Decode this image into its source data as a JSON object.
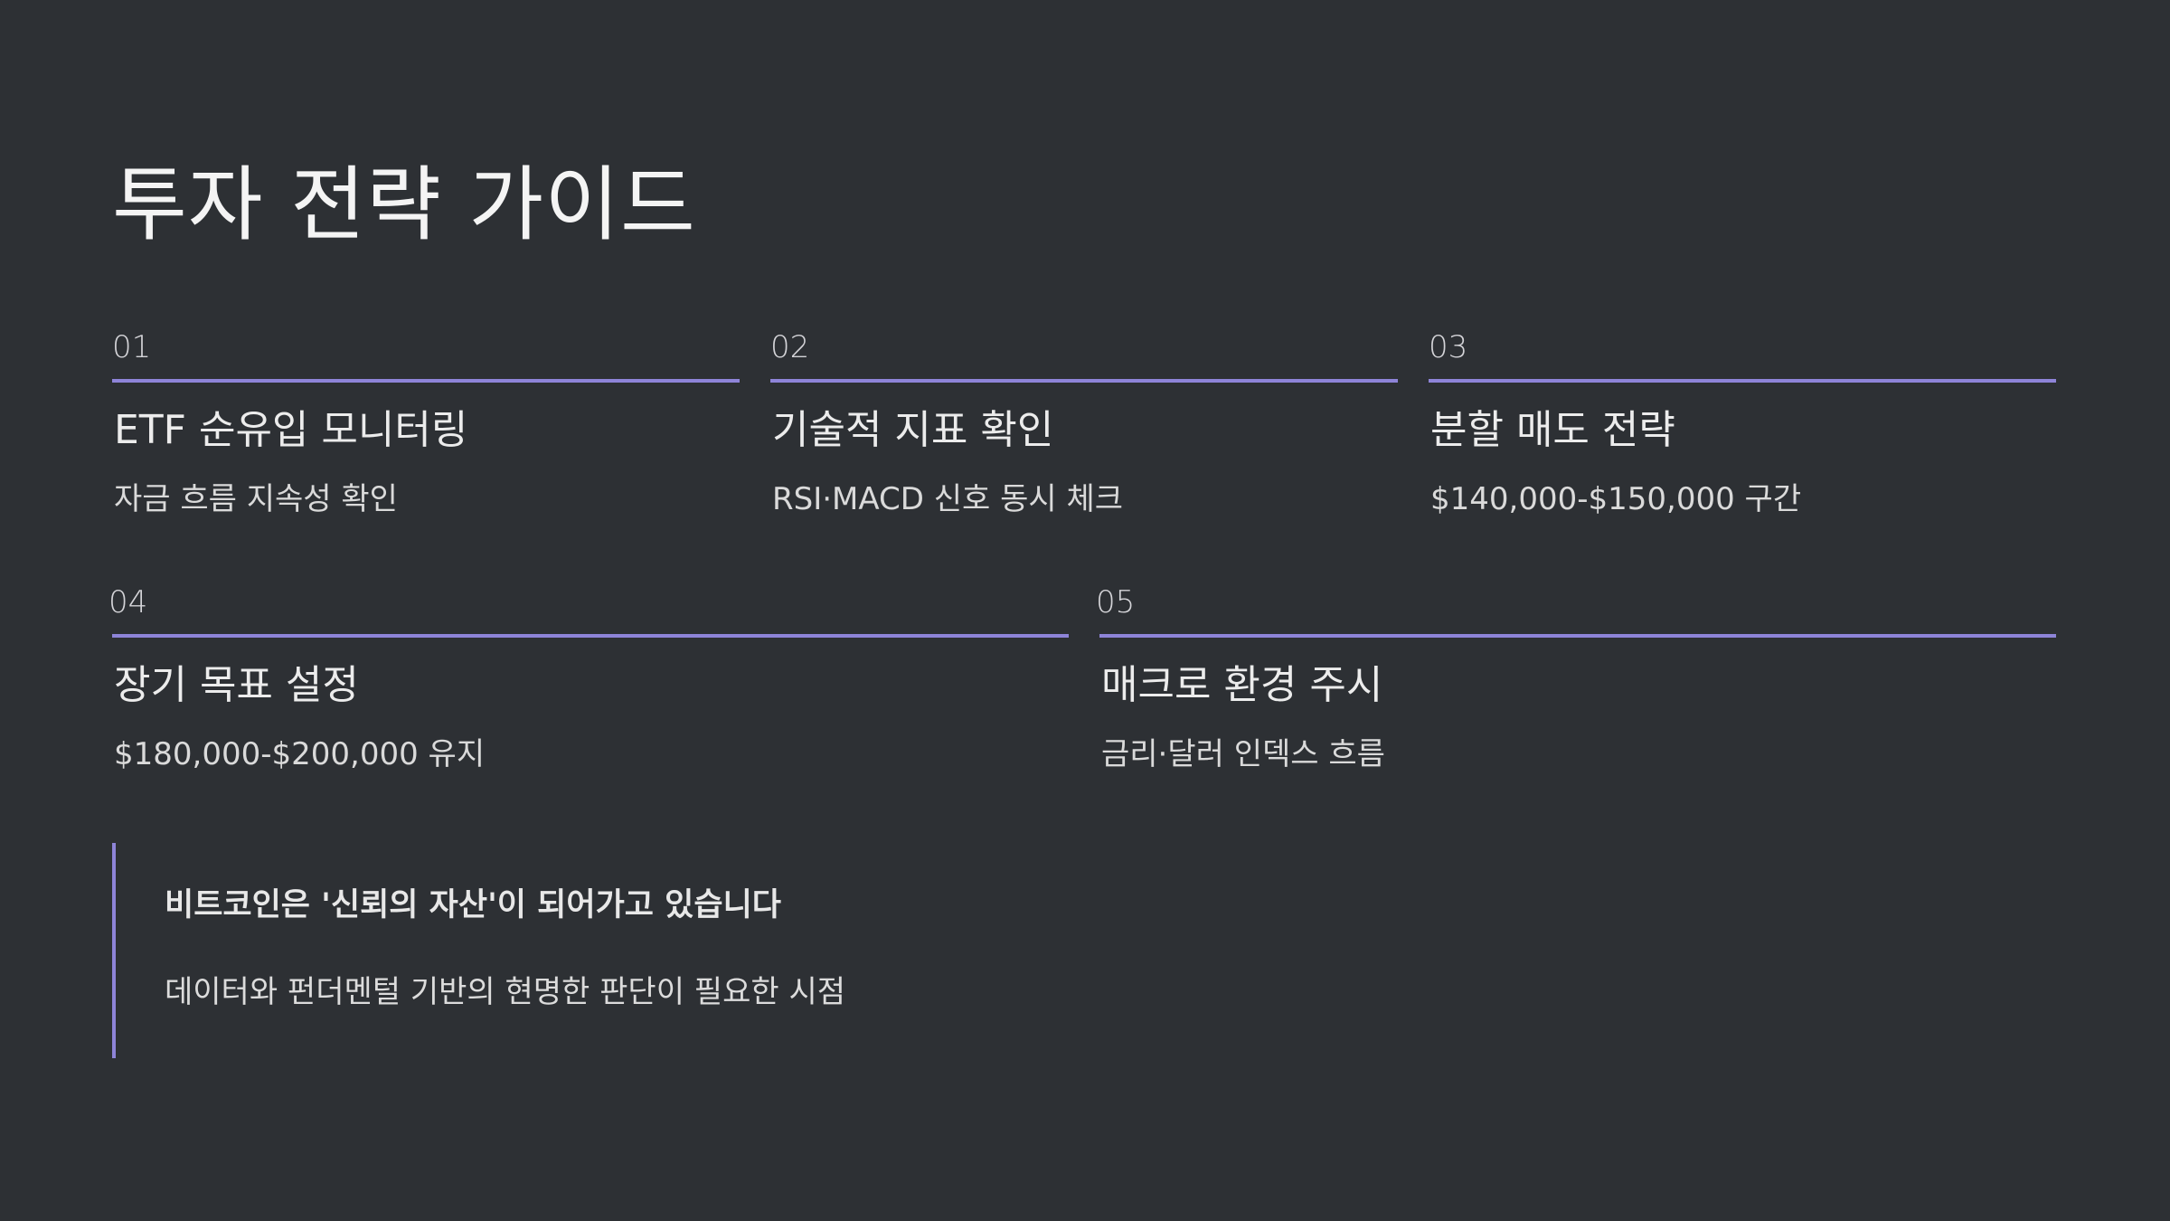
{
  "slide": {
    "title": "투자 전략 가이드"
  },
  "items": [
    {
      "num": "01",
      "heading": "ETF 순유입 모니터링",
      "desc": "자금 흐름 지속성 확인"
    },
    {
      "num": "02",
      "heading": "기술적 지표 확인",
      "desc": "RSI·MACD 신호 동시 체크"
    },
    {
      "num": "03",
      "heading": "분할 매도 전략",
      "desc": "$140,000-$150,000 구간"
    },
    {
      "num": "04",
      "heading": "장기 목표 설정",
      "desc": "$180,000-$200,000 유지"
    },
    {
      "num": "05",
      "heading": "매크로 환경 주시",
      "desc": "금리·달러 인덱스 흐름"
    }
  ],
  "quote": {
    "title": "비트코인은 '신뢰의 자산'이 되어가고 있습니다",
    "body": "데이터와 펀더멘털 기반의 현명한 판단이 필요한 시점"
  },
  "colors": {
    "background": "#2d3034",
    "accent": "#8e84d8",
    "text": "#e6e6e6"
  }
}
